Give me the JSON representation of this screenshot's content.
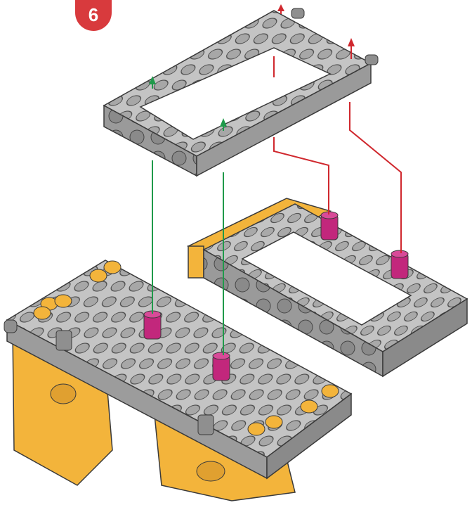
{
  "step": {
    "number": "6"
  },
  "colors": {
    "beam_top": "#bfbfbf",
    "beam_side": "#8f8f8f",
    "beam_outline": "#3a3a3a",
    "hole": "#a9a9a9",
    "yellow": "#f3b43b",
    "yellow_dark": "#c98a1c",
    "magenta_pin": "#c2277c",
    "green_guide": "#1f9a4a",
    "red_guide": "#d0282e",
    "badge": "#d83a3d"
  },
  "parts": {
    "frame_top": "gray-open-frame-5x11",
    "frame_right": "gray-open-frame-5x11",
    "chassis": "gray-yellow-chassis-assembly",
    "pins": "magenta-connector-pins"
  }
}
